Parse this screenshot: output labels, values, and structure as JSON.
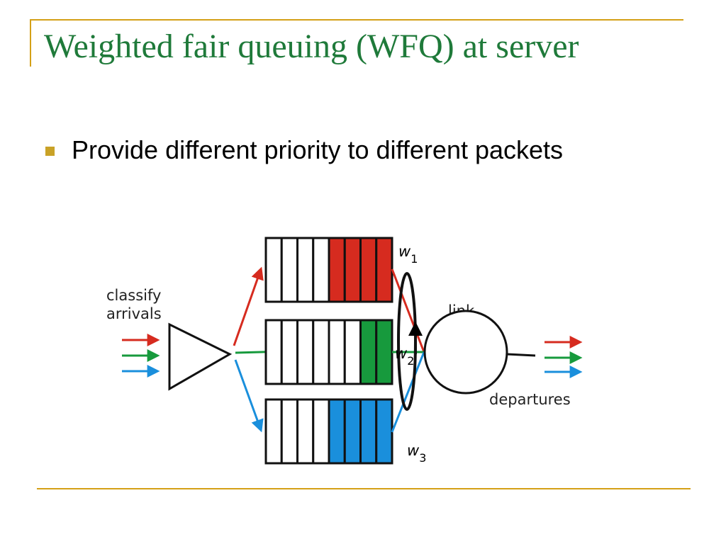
{
  "slide": {
    "title": "Weighted fair queuing (WFQ) at server",
    "bullets": [
      "Provide different priority to different packets"
    ]
  },
  "diagram": {
    "labels": {
      "classify": "classify",
      "arrivals": "arrivals",
      "link": "link",
      "departures": "departures"
    },
    "weights": [
      {
        "symbol": "w",
        "subscript": "1"
      },
      {
        "symbol": "w",
        "subscript": "2"
      },
      {
        "symbol": "w",
        "subscript": "3"
      }
    ],
    "queues": [
      {
        "name": "queue-1",
        "color": "#d62b1f",
        "filled_slots": 4,
        "total_slots": 8
      },
      {
        "name": "queue-2",
        "color": "#179a3d",
        "filled_slots": 2,
        "total_slots": 8
      },
      {
        "name": "queue-3",
        "color": "#1a8fdc",
        "filled_slots": 4,
        "total_slots": 8
      }
    ],
    "colors": {
      "red": "#d62b1f",
      "green": "#179a3d",
      "blue": "#1a8fdc",
      "accent": "#d4a017",
      "title": "#1f7a3a"
    }
  }
}
